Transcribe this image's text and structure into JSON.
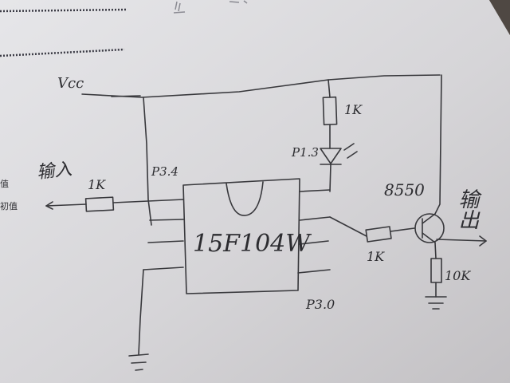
{
  "schematic": {
    "labels": {
      "vcc": "Vcc",
      "input": "输入",
      "r_in": "1K",
      "p34": "P3.4",
      "r_led": "1K",
      "p13": "P1.3",
      "transistor": "8550",
      "output": "输出",
      "chip": "15F104W",
      "r_base": "1K",
      "r_emitter": "10K",
      "p30": "P3.0"
    },
    "printed_text": [
      "值",
      "初值"
    ]
  },
  "colors": {
    "paper": "#d9d8da",
    "ink": "#38383c",
    "background": "#5d554f"
  }
}
